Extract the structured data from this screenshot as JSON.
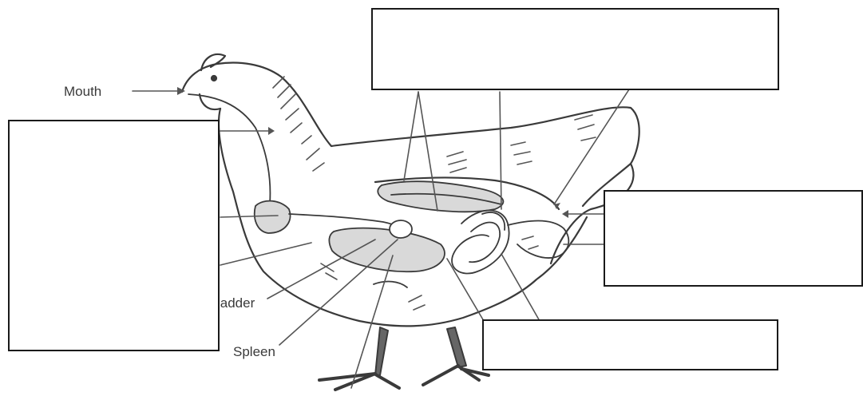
{
  "labels": {
    "mouth": "Mouth",
    "gallbladder_partial": "ladder",
    "spleen": "Spleen"
  },
  "answer_boxes": {
    "top": "",
    "left": "",
    "right": "",
    "bottom": ""
  },
  "colors": {
    "outline": "#3a3a3a",
    "organ_fill": "#d9d9d9",
    "feather": "#555555",
    "leg": "#666666"
  }
}
